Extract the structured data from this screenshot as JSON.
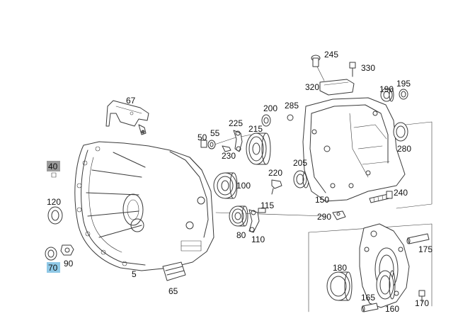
{
  "colors": {
    "line": "#3a3a3a",
    "label": "#111111",
    "highlight_gray": "#9a9a9a",
    "highlight_blue": "#8fc8e6"
  },
  "labels": {
    "p5": "5",
    "p40": "40",
    "p50": "50",
    "p55": "55",
    "p65": "65",
    "p67": "67",
    "p70": "70",
    "p80": "80",
    "p90": "90",
    "p100": "100",
    "p110": "110",
    "p115": "115",
    "p120": "120",
    "p150": "150",
    "p160": "160",
    "p165": "165",
    "p170": "170",
    "p175": "175",
    "p180": "180",
    "p190": "190",
    "p195": "195",
    "p200": "200",
    "p205": "205",
    "p215": "215",
    "p220": "220",
    "p225": "225",
    "p230": "230",
    "p240": "240",
    "p245": "245",
    "p280": "280",
    "p285": "285",
    "p290": "290",
    "p320": "320",
    "p330": "330"
  }
}
